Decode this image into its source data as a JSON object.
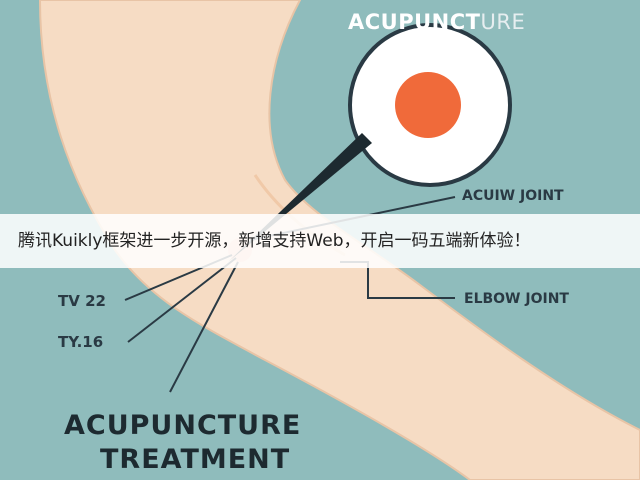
{
  "header": {
    "title_part1": "ACUPUNCT",
    "title_part2": "URE"
  },
  "labels": {
    "acuiw_joint": "ACUIW JOINT",
    "elbow_joint": "ELBOW JOINT",
    "tv22": "TV 22",
    "ty16": "TY.16",
    "treatment_line1": "ACUPUNCTURE",
    "treatment_line2": "TREATMENT"
  },
  "banner": {
    "text": "腾讯Kuikly框架进一步开源，新增支持Web，开启一码五端新体验！"
  },
  "colors": {
    "background": "#8fbcbc",
    "skin": "#f6dcc4",
    "acupoint": "#f06a3a",
    "callout_bg": "#ffffff",
    "line": "#2a3a44"
  }
}
